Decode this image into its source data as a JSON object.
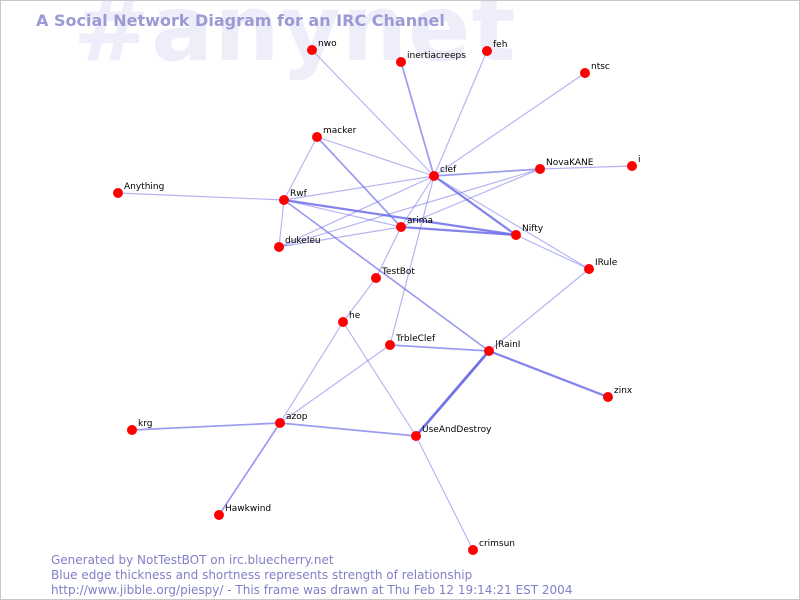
{
  "diagram": {
    "title": "A Social Network Diagram for an IRC Channel",
    "watermark": "#anynet",
    "footer": {
      "line1": "Generated by NotTestBOT on irc.bluecherry.net",
      "line2": "Blue edge thickness and shortness represents strength of relationship",
      "line3": "http://www.jibble.org/piespy/ - This frame was drawn at Thu Feb 12 19:14:21 EST 2004"
    },
    "colors": {
      "node": "#ff0000",
      "edge": "#6a6ae8",
      "title": "#9a9ad4",
      "footer": "#8080c8",
      "watermark": "#eeeefb"
    },
    "nodes": [
      {
        "id": "nwo",
        "label": "nwo"
      },
      {
        "id": "inertiacreeps",
        "label": "inertiacreeps"
      },
      {
        "id": "feh",
        "label": "feh"
      },
      {
        "id": "ntsc",
        "label": "ntsc"
      },
      {
        "id": "macker",
        "label": "macker"
      },
      {
        "id": "clef",
        "label": "clef"
      },
      {
        "id": "NovaKANE",
        "label": "NovaKANE"
      },
      {
        "id": "i",
        "label": "i"
      },
      {
        "id": "Anything",
        "label": "Anything"
      },
      {
        "id": "Rwf",
        "label": "Rwf"
      },
      {
        "id": "arima",
        "label": "arima"
      },
      {
        "id": "Nifty",
        "label": "Nifty"
      },
      {
        "id": "dukeleu",
        "label": "dukeleu"
      },
      {
        "id": "IRule",
        "label": "IRule"
      },
      {
        "id": "TestBot",
        "label": "TestBot"
      },
      {
        "id": "he",
        "label": "he"
      },
      {
        "id": "TrbleClef",
        "label": "TrbleClef"
      },
      {
        "id": "IRainI",
        "label": "|RainI"
      },
      {
        "id": "zinx",
        "label": "zinx"
      },
      {
        "id": "krg",
        "label": "krg"
      },
      {
        "id": "azop",
        "label": "azop"
      },
      {
        "id": "UseAndDestroy",
        "label": "UseAndDestroy"
      },
      {
        "id": "Hawkwind",
        "label": "Hawkwind"
      },
      {
        "id": "crimsun",
        "label": "crimsun"
      }
    ],
    "edges": [
      {
        "from": "nwo",
        "to": "clef",
        "strength": 1
      },
      {
        "from": "inertiacreeps",
        "to": "clef",
        "strength": 2
      },
      {
        "from": "feh",
        "to": "clef",
        "strength": 1
      },
      {
        "from": "ntsc",
        "to": "clef",
        "strength": 1
      },
      {
        "from": "macker",
        "to": "clef",
        "strength": 1
      },
      {
        "from": "macker",
        "to": "arima",
        "strength": 2
      },
      {
        "from": "macker",
        "to": "Rwf",
        "strength": 1
      },
      {
        "from": "clef",
        "to": "NovaKANE",
        "strength": 2
      },
      {
        "from": "NovaKANE",
        "to": "i",
        "strength": 1
      },
      {
        "from": "clef",
        "to": "Nifty",
        "strength": 3
      },
      {
        "from": "clef",
        "to": "Rwf",
        "strength": 1
      },
      {
        "from": "clef",
        "to": "dukeleu",
        "strength": 1
      },
      {
        "from": "clef",
        "to": "arima",
        "strength": 1
      },
      {
        "from": "clef",
        "to": "IRule",
        "strength": 1
      },
      {
        "from": "clef",
        "to": "TrbleClef",
        "strength": 1
      },
      {
        "from": "Anything",
        "to": "Rwf",
        "strength": 1
      },
      {
        "from": "Rwf",
        "to": "arima",
        "strength": 1
      },
      {
        "from": "Rwf",
        "to": "Nifty",
        "strength": 3
      },
      {
        "from": "Rwf",
        "to": "dukeleu",
        "strength": 1
      },
      {
        "from": "Rwf",
        "to": "IRainI",
        "strength": 2
      },
      {
        "from": "arima",
        "to": "Nifty",
        "strength": 3
      },
      {
        "from": "arima",
        "to": "dukeleu",
        "strength": 1
      },
      {
        "from": "arima",
        "to": "NovaKANE",
        "strength": 1
      },
      {
        "from": "arima",
        "to": "TestBot",
        "strength": 1
      },
      {
        "from": "dukeleu",
        "to": "NovaKANE",
        "strength": 1
      },
      {
        "from": "Nifty",
        "to": "IRule",
        "strength": 1
      },
      {
        "from": "IRainI",
        "to": "IRule",
        "strength": 1
      },
      {
        "from": "TestBot",
        "to": "he",
        "strength": 1
      },
      {
        "from": "TrbleClef",
        "to": "IRainI",
        "strength": 2
      },
      {
        "from": "IRainI",
        "to": "zinx",
        "strength": 3
      },
      {
        "from": "IRainI",
        "to": "UseAndDestroy",
        "strength": 4
      },
      {
        "from": "he",
        "to": "azop",
        "strength": 1
      },
      {
        "from": "he",
        "to": "UseAndDestroy",
        "strength": 1
      },
      {
        "from": "TrbleClef",
        "to": "azop",
        "strength": 1
      },
      {
        "from": "krg",
        "to": "azop",
        "strength": 2
      },
      {
        "from": "azop",
        "to": "UseAndDestroy",
        "strength": 2
      },
      {
        "from": "azop",
        "to": "Hawkwind",
        "strength": 2
      },
      {
        "from": "UseAndDestroy",
        "to": "crimsun",
        "strength": 1
      }
    ]
  }
}
